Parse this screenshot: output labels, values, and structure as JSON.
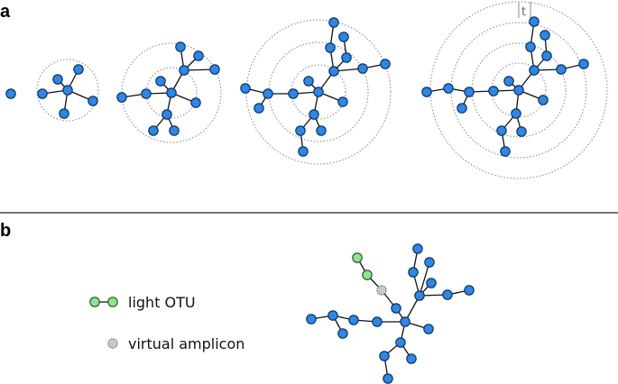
{
  "panels": {
    "a": {
      "label": "a",
      "radius_marker": "t"
    },
    "b": {
      "label": "b"
    }
  },
  "legend": {
    "light_otu": "light OTU",
    "virtual_amplicon": "virtual amplicon"
  },
  "colors": {
    "otu_node": "#2b87e8",
    "light_otu_node": "#8fe38f",
    "virtual_amplicon_node": "#c8c8c8",
    "edge": "#111111",
    "ring": "#888888",
    "divider": "#222222"
  }
}
